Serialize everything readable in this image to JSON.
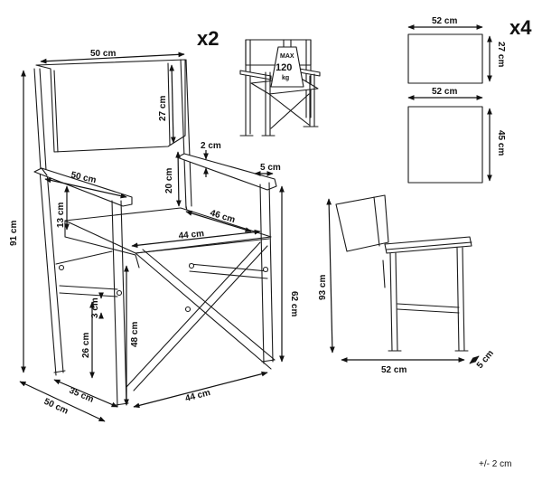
{
  "quantities": {
    "chairs": "x2",
    "panels": "x4"
  },
  "weight_badge": {
    "line1": "MAX",
    "line2": "120",
    "line3": "kg"
  },
  "chair_dims": {
    "top_width": "50 cm",
    "back_height": "27 cm",
    "total_height": "91 cm",
    "arm_gap": "20 cm",
    "arm_thickness": "2 cm",
    "arm_width": "5 cm",
    "arm_length": "50 cm",
    "seat_depth": "46 cm",
    "seat_width": "44 cm",
    "arm_drop": "13 cm",
    "seat_height": "62 cm",
    "frame_height": "48 cm",
    "leg_spacing": "3 cm",
    "bottom_leg": "26 cm",
    "base_depth": "35 cm",
    "base_width": "50 cm",
    "base_front": "44 cm"
  },
  "panel_dims": {
    "back_width": "52 cm",
    "back_height": "27 cm",
    "seat_width": "52 cm",
    "seat_height": "45 cm"
  },
  "folded_dims": {
    "height": "93 cm",
    "depth": "52 cm",
    "thickness": "5 cm"
  },
  "tolerance": "+/- 2 cm"
}
